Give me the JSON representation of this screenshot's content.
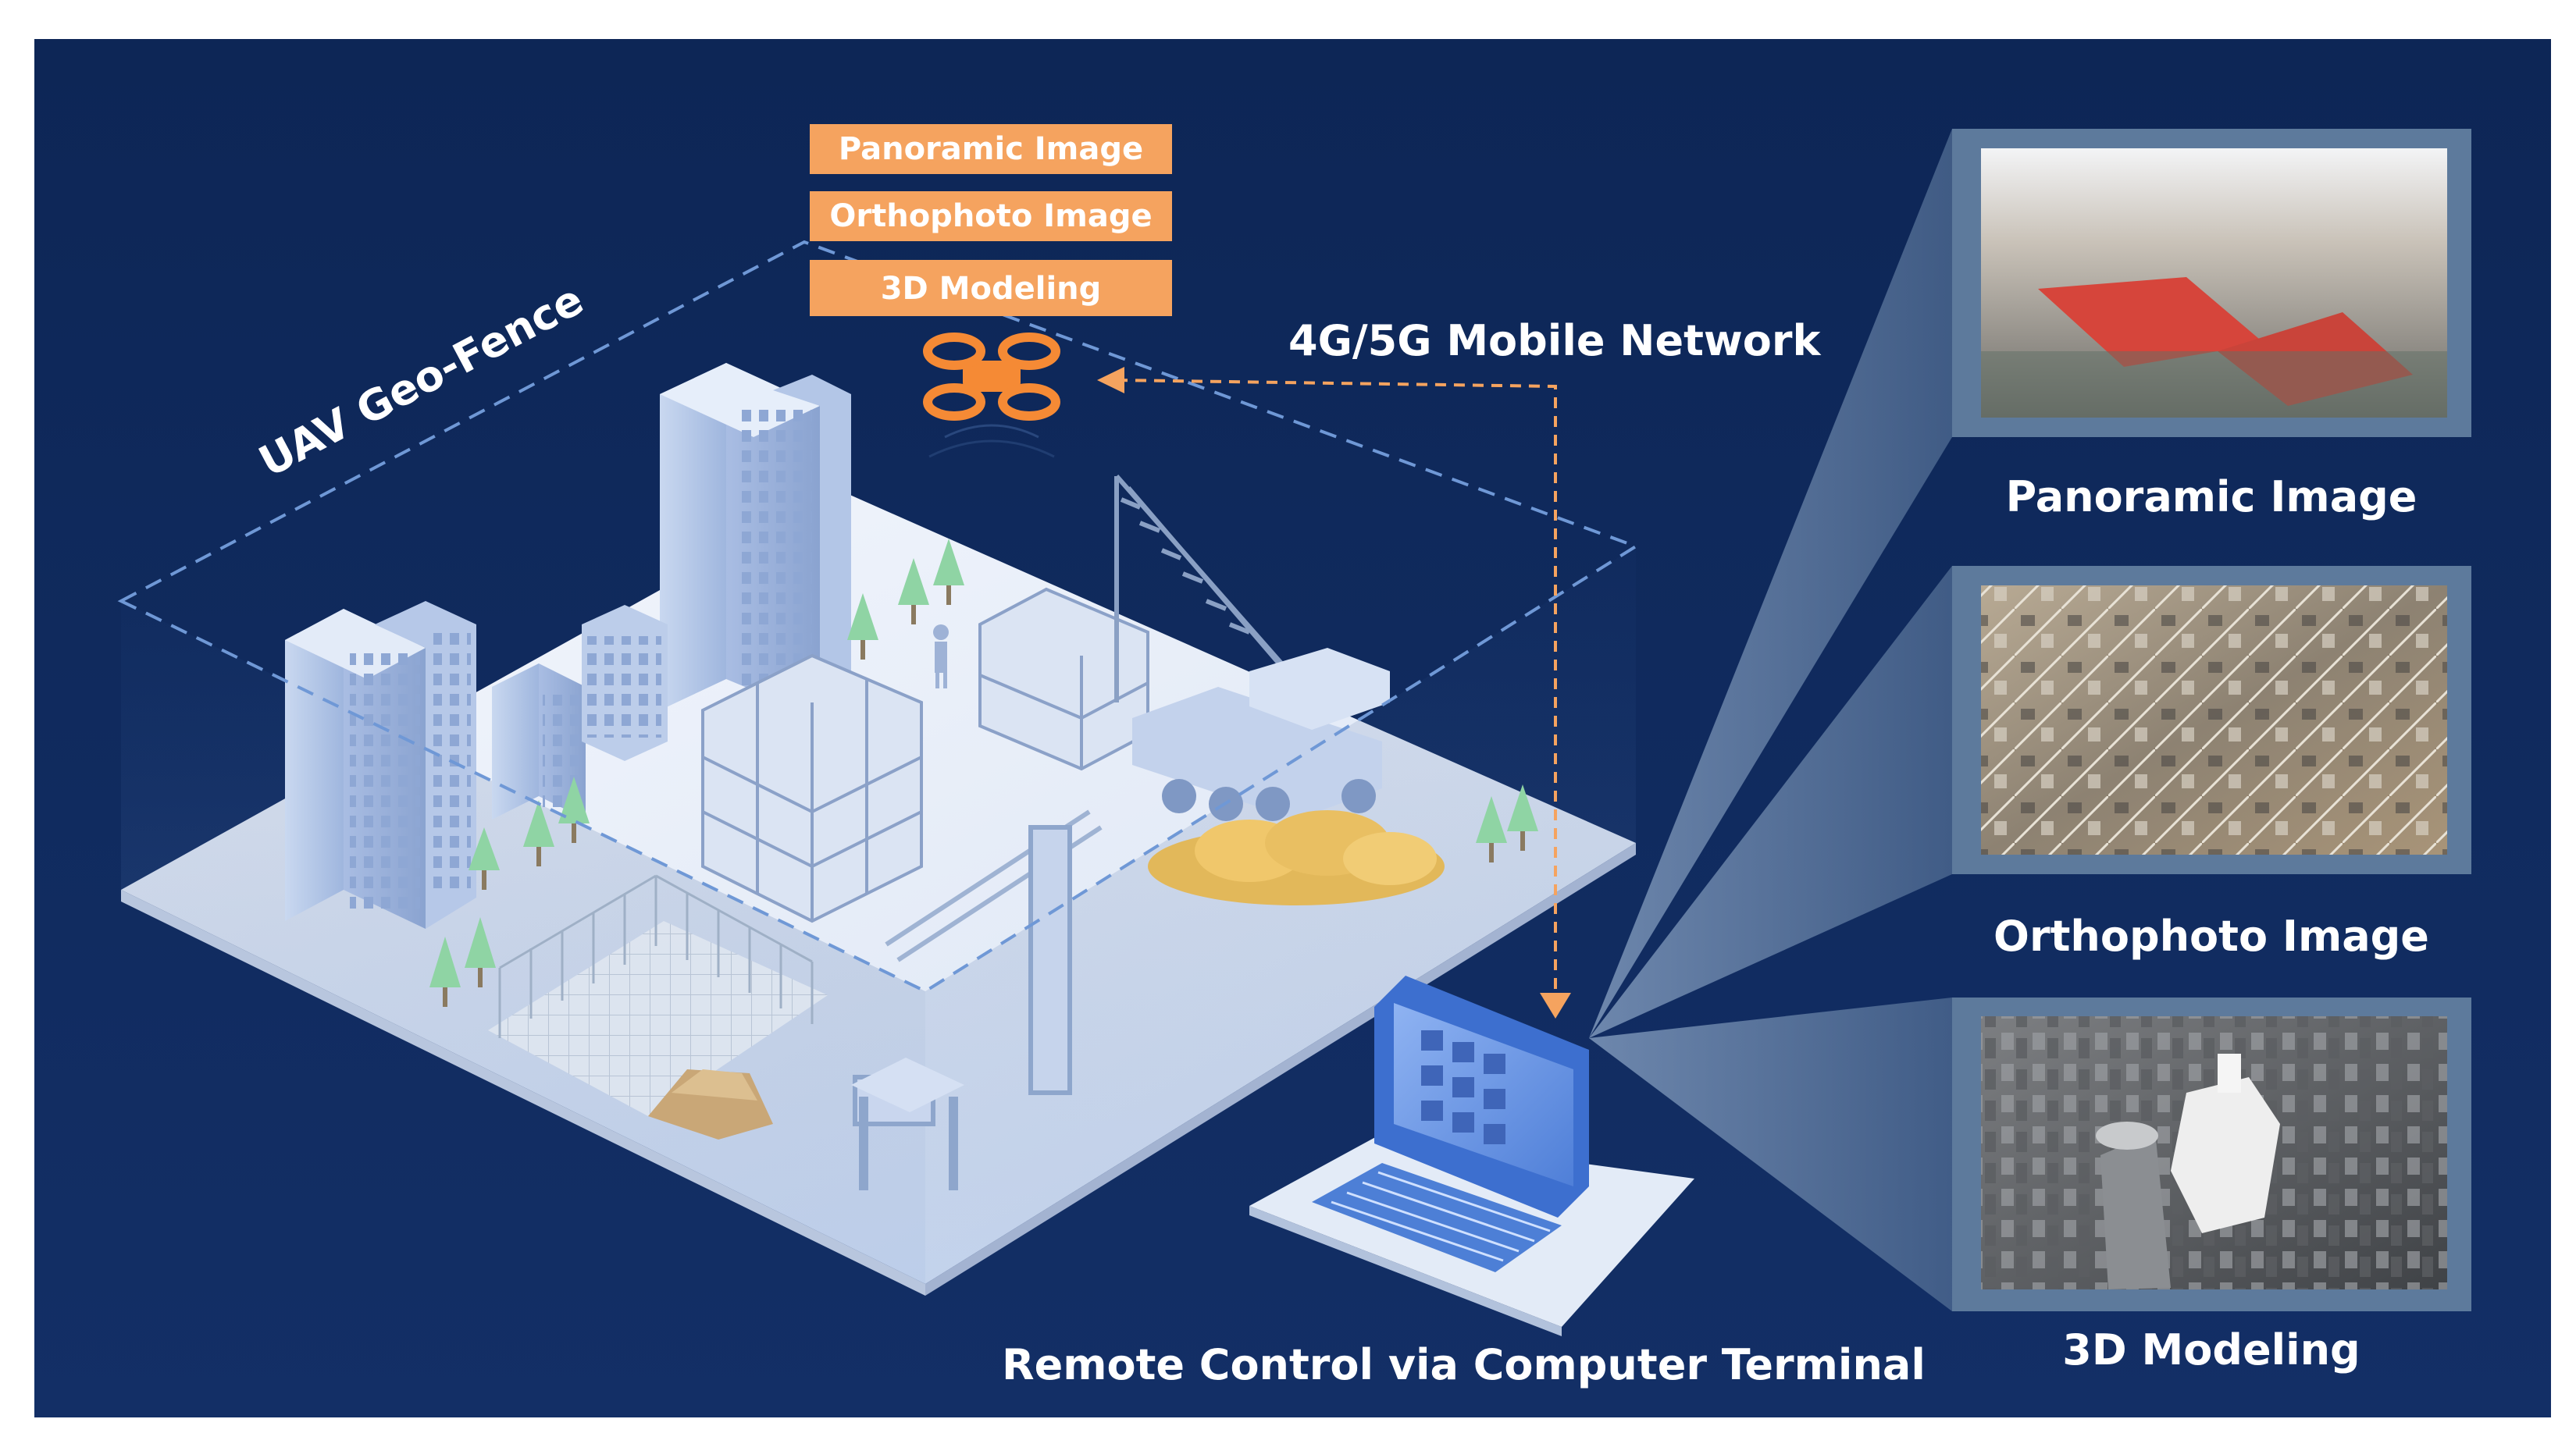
{
  "labels": {
    "geo_fence": "UAV Geo-Fence",
    "network": "4G/5G Mobile Network",
    "remote_control": "Remote Control via Computer Terminal"
  },
  "drone_outputs": [
    "Panoramic Image",
    "Orthophoto Image",
    "3D Modeling"
  ],
  "result_panels": [
    {
      "caption": "Panoramic Image"
    },
    {
      "caption": "Orthophoto Image"
    },
    {
      "caption": "3D Modeling"
    }
  ],
  "colors": {
    "background": "#0f2a5c",
    "output_box": "#f5a35f",
    "network_arrow": "#f5a35f",
    "geo_fence_line": "#7fa6d8",
    "panel_frame": "#5d7a9c",
    "ground": "#e6edf8"
  },
  "icons": [
    "drone-icon",
    "computer-terminal-icon",
    "crane-icon",
    "truck-icon"
  ]
}
